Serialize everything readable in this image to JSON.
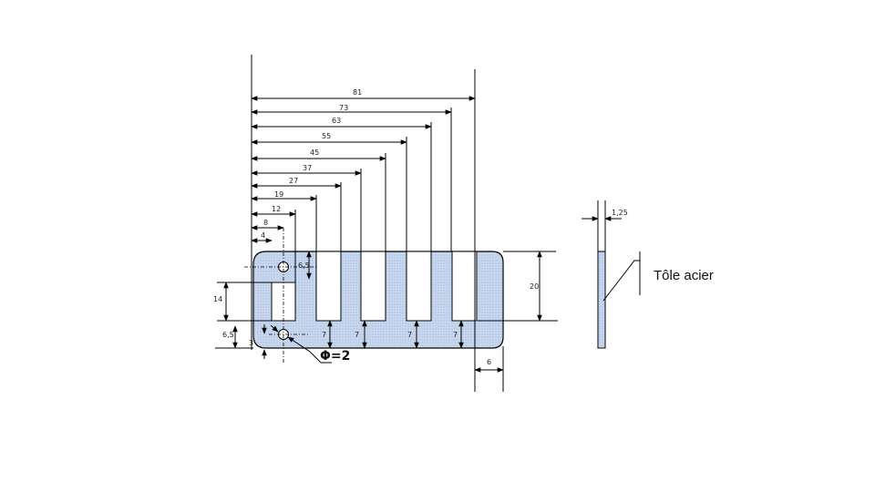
{
  "colors": {
    "plate_fill": "#b8cdea",
    "stroke": "#000000"
  },
  "dimensions": {
    "horizontal_top": [
      "81",
      "73",
      "63",
      "55",
      "45",
      "37",
      "27",
      "19",
      "12",
      "8",
      "4"
    ],
    "hole_offset": "6,5",
    "notch_depth_left": "14",
    "bottom_left": "6,5",
    "bottom_small": "3",
    "hole_diameter": "Φ=2",
    "web_widths": [
      "7",
      "7",
      "7",
      "7"
    ],
    "plate_height": "20",
    "corner_offset": "6",
    "thickness": "1,25"
  },
  "labels": {
    "material": "Tôle acier"
  }
}
